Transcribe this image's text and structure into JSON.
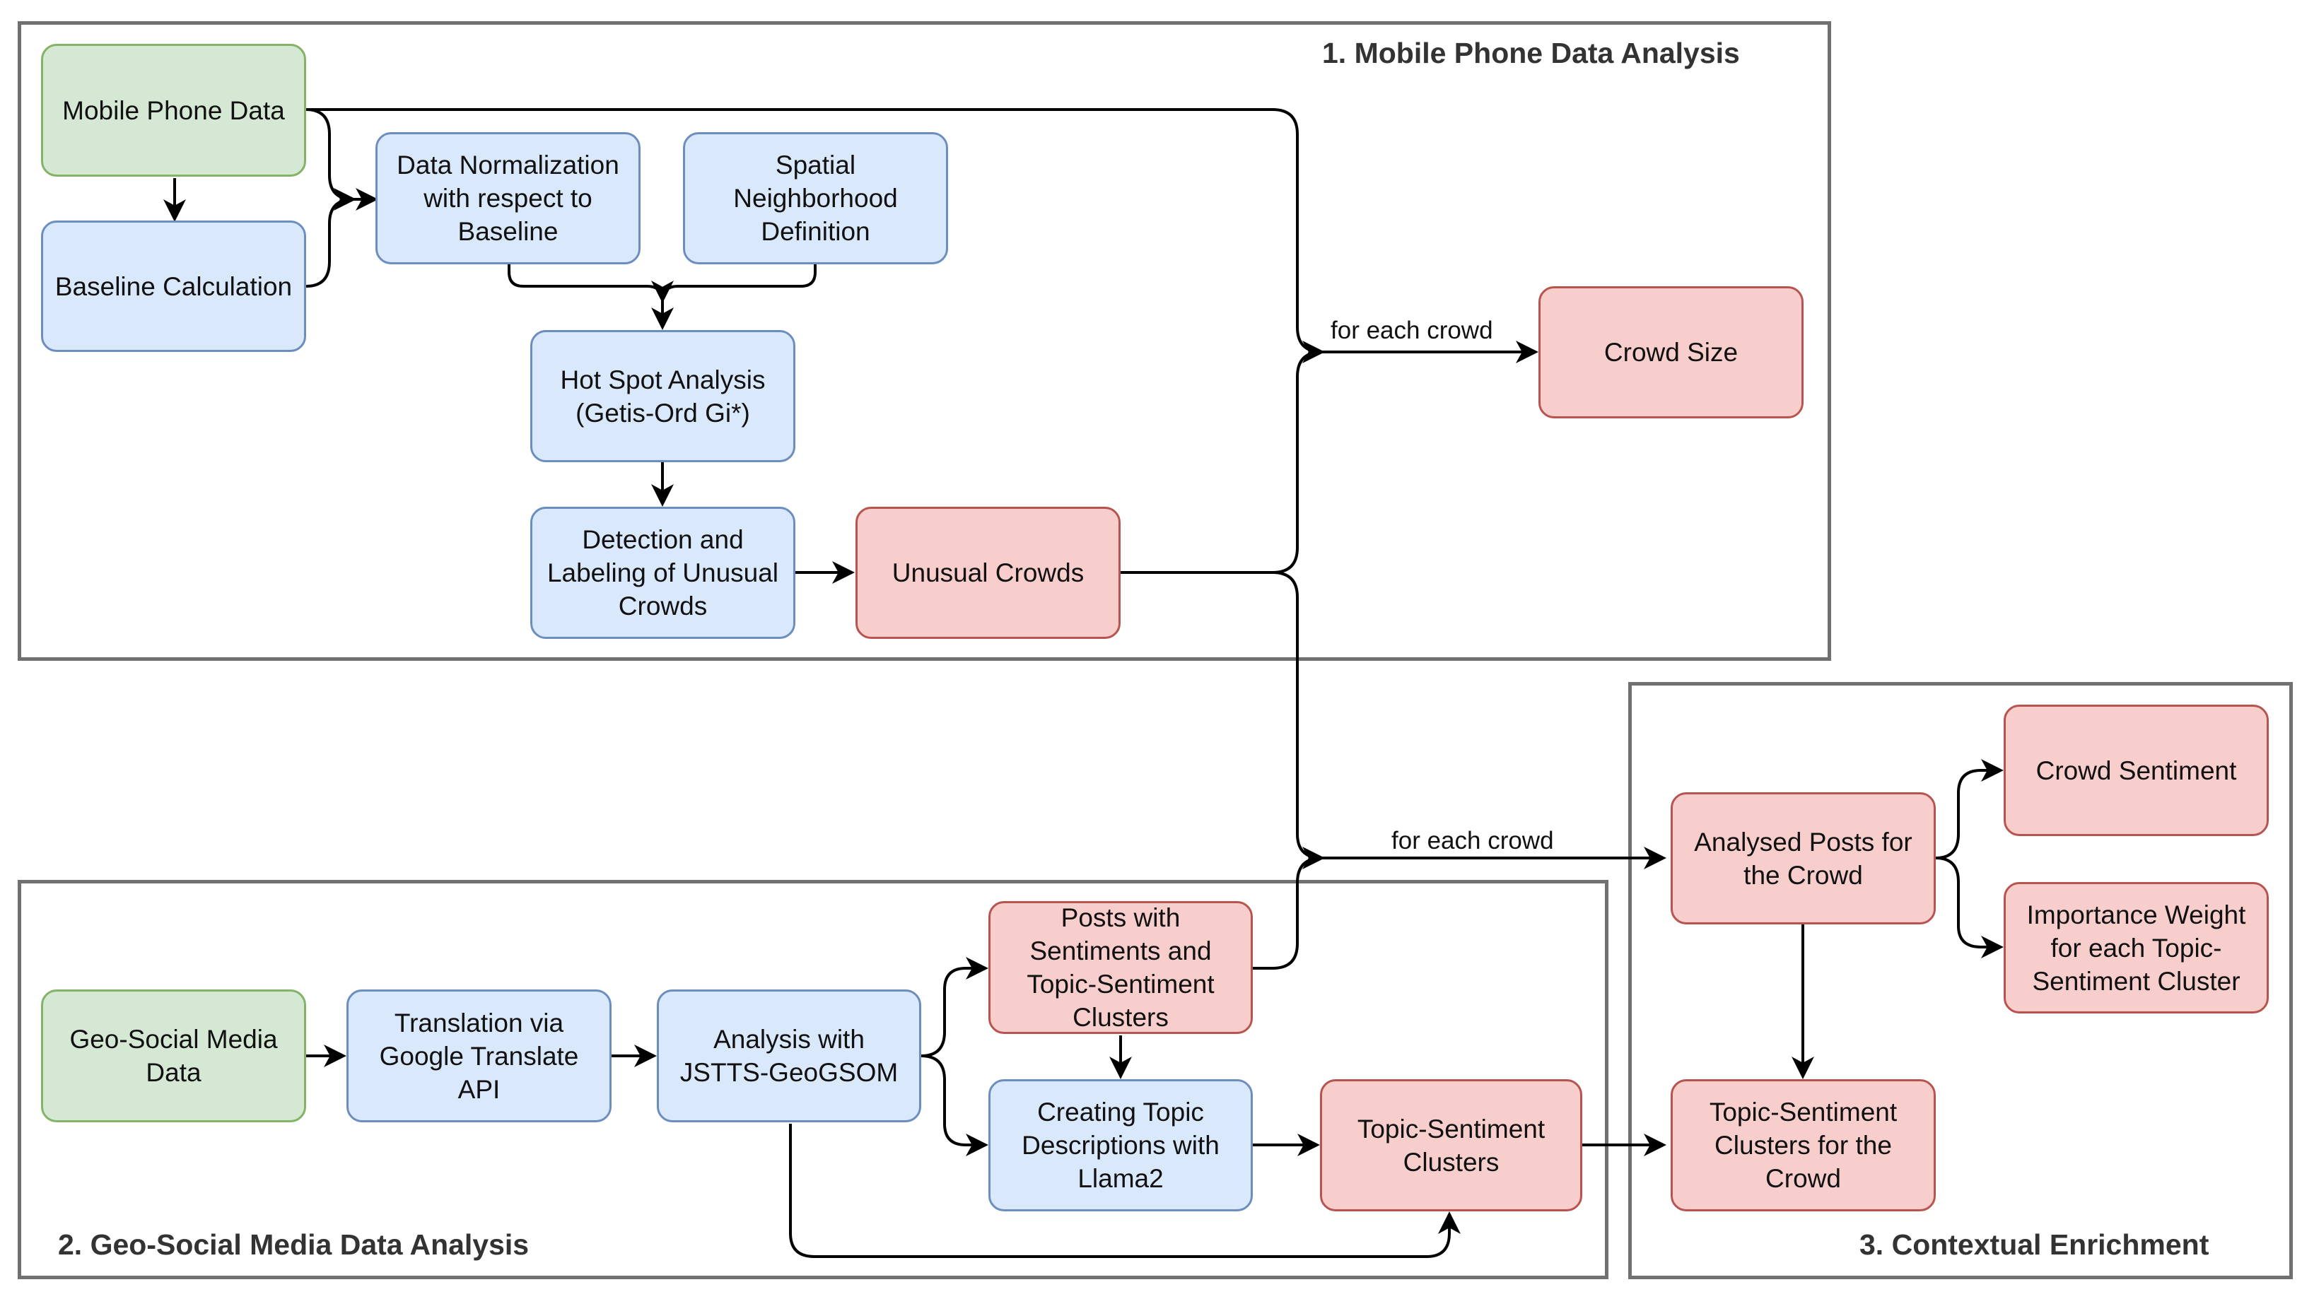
{
  "groups": {
    "mobile": "1. Mobile Phone Data Analysis",
    "social": "2. Geo-Social Media Data Analysis",
    "enrich": "3. Contextual Enrichment"
  },
  "nodes": {
    "mobile_phone_data": "Mobile Phone Data",
    "baseline_calculation": "Baseline Calculation",
    "data_normalization": "Data Normalization\nwith respect to\nBaseline",
    "spatial_neighborhood": "Spatial\nNeighborhood\nDefinition",
    "hot_spot_analysis": "Hot Spot Analysis\n(Getis-Ord Gi*)",
    "detection_labeling": "Detection and\nLabeling of Unusual\nCrowds",
    "unusual_crowds": "Unusual Crowds",
    "crowd_size": "Crowd Size",
    "geo_social_data": "Geo-Social Media\nData",
    "translation": "Translation via\nGoogle Translate\nAPI",
    "analysis_jstts": "Analysis with\nJSTTS-GeoGSOM",
    "posts_with_sentiments": "Posts with\nSentiments and\nTopic-Sentiment\nClusters",
    "creating_topic_desc": "Creating Topic\nDescriptions with\nLlama2",
    "topic_sentiment_clusters": "Topic-Sentiment\nClusters",
    "analysed_posts": "Analysed Posts for\nthe Crowd",
    "crowd_sentiment": "Crowd Sentiment",
    "importance_weight": "Importance Weight\nfor each Topic-\nSentiment Cluster",
    "clusters_for_crowd": "Topic-Sentiment\nClusters for the\nCrowd"
  },
  "edge_labels": {
    "for_each_crowd_top": "for each crowd",
    "for_each_crowd_bottom": "for each crowd"
  },
  "colors": {
    "green_fill": "#d5e8d4",
    "green_stroke": "#82b366",
    "blue_fill": "#dae8fc",
    "blue_stroke": "#6c8ebf",
    "red_fill": "#f8cecc",
    "red_stroke": "#b85450",
    "frame": "#707070",
    "edge": "#000000"
  }
}
